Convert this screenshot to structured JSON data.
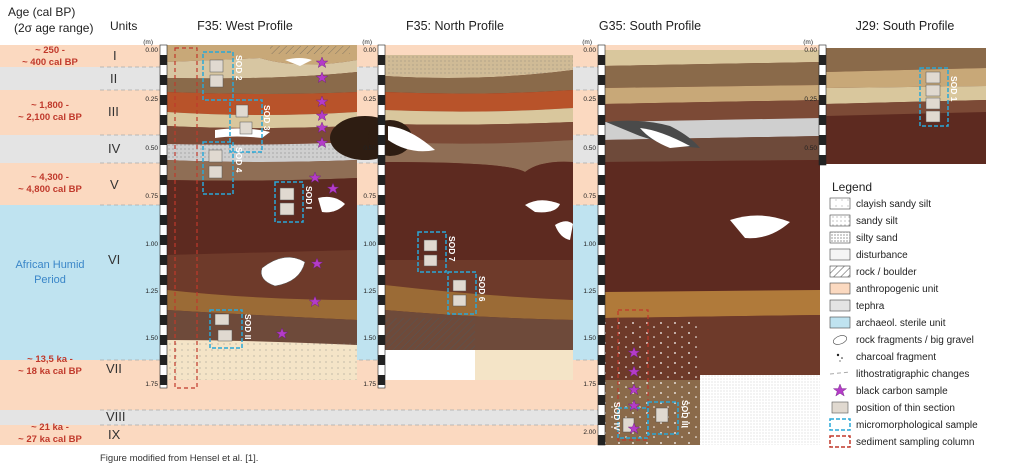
{
  "header": {
    "age_title_line1": "Age (cal BP)",
    "age_title_line2": "(2σ age range)",
    "units_title": "Units",
    "meter_label": "(m)"
  },
  "profiles": [
    {
      "title": "F35: West Profile",
      "depths": [
        "0.00",
        "0.25",
        "0.50",
        "0.75",
        "1.00",
        "1.25",
        "1.50",
        "1.75"
      ]
    },
    {
      "title": "F35: North Profile",
      "depths": [
        "0.00",
        "0.25",
        "0.50",
        "0.75",
        "1.00",
        "1.25",
        "1.50",
        "1.75"
      ]
    },
    {
      "title": "G35: South Profile",
      "depths": [
        "0.00",
        "0.25",
        "0.50",
        "0.75",
        "1.00",
        "1.25",
        "1.50",
        "1.75",
        "2.00"
      ]
    },
    {
      "title": "J29: South Profile",
      "depths": [
        "0.00",
        "0.25",
        "0.50"
      ]
    }
  ],
  "units": [
    "I",
    "II",
    "III",
    "IV",
    "V",
    "VI",
    "VII",
    "VIII",
    "IX"
  ],
  "ages": [
    {
      "l1": "~ 250 -",
      "l2": "~ 400 cal BP"
    },
    {
      "l1": "~ 1,800 -",
      "l2": "~ 2,100 cal BP"
    },
    {
      "l1": "~ 4,300 -",
      "l2": "~ 4,800 cal BP"
    },
    {
      "l1": "~ 13,5 ka -",
      "l2": "~ 18 ka cal BP"
    },
    {
      "l1": "~ 21 ka  -",
      "l2": "~ 27 ka cal BP"
    }
  ],
  "humid": {
    "l1": "African Humid",
    "l2": "Period"
  },
  "samples": [
    "SOD 2",
    "SOD 3",
    "SOD 4",
    "SOD I",
    "SOD II",
    "SOD 7",
    "SOD 6",
    "SOD IV",
    "SOD III",
    "SOD 1"
  ],
  "legend": {
    "title": "Legend",
    "items": [
      "clayish sandy silt",
      "sandy silt",
      "silty sand",
      "disturbance",
      "rock / boulder",
      "anthropogenic unit",
      "tephra",
      "archaeol. sterile unit",
      "rock fragments / big gravel",
      "charcoal fragment",
      "lithostratigraphic changes",
      "black carbon sample",
      "position of thin section",
      "micromorphological sample",
      "sediment sampling column"
    ]
  },
  "caption": "Figure modified from Hensel et al. [1].",
  "colors": {
    "anthropogenic": "#fbd9c0",
    "tephra": "#e4e4e4",
    "sterile": "#bfe3f0",
    "age_red": "#c0392b",
    "humid_blue": "#3a86c8",
    "micromorph": "#29a8d8",
    "column_red": "#c0392b",
    "star": "#b43cc8"
  }
}
